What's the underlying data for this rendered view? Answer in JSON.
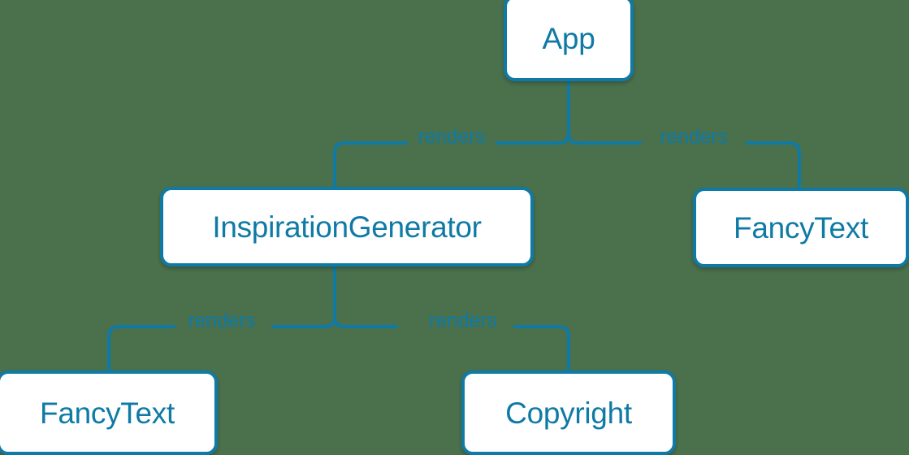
{
  "diagram": {
    "type": "component-tree",
    "background_color": "#4a704c",
    "accent_color": "#0f7aa6",
    "node_fill_color": "#ffffff",
    "nodes": [
      {
        "id": "app",
        "label": "App"
      },
      {
        "id": "inspgen",
        "label": "InspirationGenerator"
      },
      {
        "id": "fancy-right",
        "label": "FancyText"
      },
      {
        "id": "fancy-left",
        "label": "FancyText"
      },
      {
        "id": "copyright",
        "label": "Copyright"
      }
    ],
    "edges": [
      {
        "id": "app-inspgen",
        "from": "app",
        "to": "inspgen",
        "label": "renders"
      },
      {
        "id": "app-fancy-right",
        "from": "app",
        "to": "fancy-right",
        "label": "renders"
      },
      {
        "id": "inspgen-fancy-left",
        "from": "inspgen",
        "to": "fancy-left",
        "label": "renders"
      },
      {
        "id": "inspgen-copyright",
        "from": "inspgen",
        "to": "copyright",
        "label": "renders"
      }
    ]
  }
}
